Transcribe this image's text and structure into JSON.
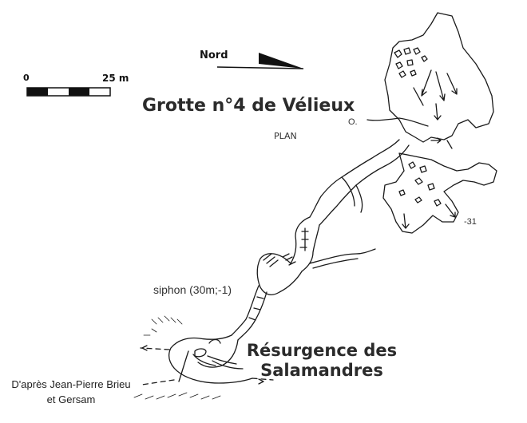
{
  "map": {
    "title": "Grotte n°4 de Vélieux",
    "subtitle": "Résurgence des Salamandres",
    "plan_label": "PLAN",
    "north_label": "Nord",
    "scale": {
      "start_label": "0",
      "end_label": "25 m",
      "length_m": 25
    },
    "labels": {
      "siphon": "siphon (30m;-1)",
      "depth": "-31",
      "entrance_marker": "O."
    },
    "credit": "D'après Jean-Pierre Brieu et Gersam",
    "colors": {
      "ink": "#1a1a1a",
      "background": "#ffffff"
    },
    "icons": [
      "north-arrow-icon",
      "scale-bar-icon"
    ]
  }
}
